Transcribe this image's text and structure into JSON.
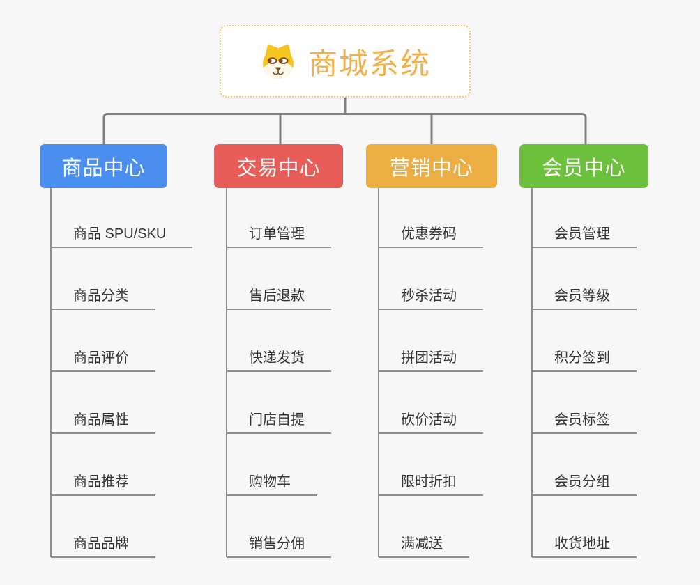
{
  "page": {
    "background": "#f7f7f7",
    "connector_color": "#7f7f7f",
    "underline_color": "#8d8d8d"
  },
  "root": {
    "title": "商城系统",
    "icon": "doge-icon",
    "text_color": "#f1b04a",
    "border_color": "#f3c87f"
  },
  "branches": [
    {
      "label": "商品中心",
      "color": "#4a8ef0",
      "items": [
        "商品 SPU/SKU",
        "商品分类",
        "商品评价",
        "商品属性",
        "商品推荐",
        "商品品牌"
      ]
    },
    {
      "label": "交易中心",
      "color": "#e85d58",
      "items": [
        "订单管理",
        "售后退款",
        "快递发货",
        "门店自提",
        "购物车",
        "销售分佣"
      ]
    },
    {
      "label": "营销中心",
      "color": "#ecae43",
      "items": [
        "优惠券码",
        "秒杀活动",
        "拼团活动",
        "砍价活动",
        "限时折扣",
        "满减送"
      ]
    },
    {
      "label": "会员中心",
      "color": "#6cc13c",
      "items": [
        "会员管理",
        "会员等级",
        "积分签到",
        "会员标签",
        "会员分组",
        "收货地址"
      ]
    }
  ]
}
